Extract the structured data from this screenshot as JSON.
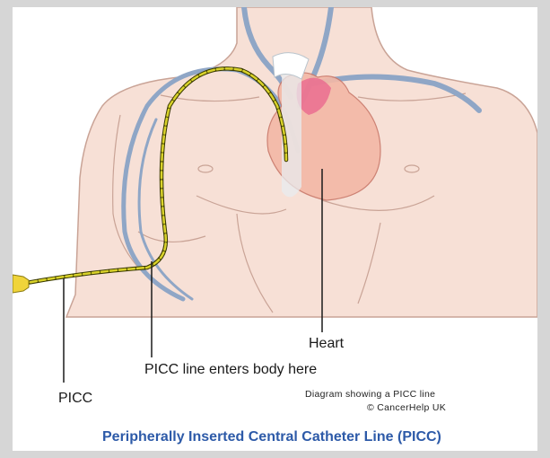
{
  "labels": {
    "heart": "Heart",
    "entry": "PICC line enters body here",
    "picc": "PICC"
  },
  "credit": {
    "line1": "Diagram showing a PICC line",
    "line2": "© CancerHelp UK"
  },
  "caption": "Peripherally Inserted Central Catheter Line (PICC)",
  "colors": {
    "skin": "#f6ddd3",
    "vein": "#8fa6c6",
    "catheter": "#d9d22a",
    "heart": "#f3b8a6",
    "caption": "#2d5aa8"
  }
}
